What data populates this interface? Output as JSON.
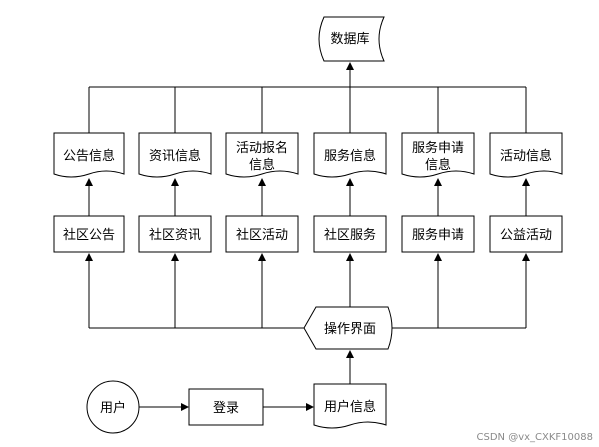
{
  "database": {
    "label": "数据库"
  },
  "documents": [
    {
      "lines": [
        "公告信息"
      ]
    },
    {
      "lines": [
        "资讯信息"
      ]
    },
    {
      "lines": [
        "活动报名",
        "信息"
      ]
    },
    {
      "lines": [
        "服务信息"
      ]
    },
    {
      "lines": [
        "服务申请",
        "信息"
      ]
    },
    {
      "lines": [
        "活动信息"
      ]
    }
  ],
  "modules": [
    {
      "label": "社区公告"
    },
    {
      "label": "社区资讯"
    },
    {
      "label": "社区活动"
    },
    {
      "label": "社区服务"
    },
    {
      "label": "服务申请"
    },
    {
      "label": "公益活动"
    }
  ],
  "interface": {
    "label": "操作界面"
  },
  "flow": {
    "user": "用户",
    "login": "登录",
    "user_info": "用户信息"
  },
  "watermark": "CSDN @vx_CXKF10088",
  "colors": {
    "stroke": "#000000",
    "fill": "#ffffff",
    "watermark": "#8a8a8a"
  }
}
